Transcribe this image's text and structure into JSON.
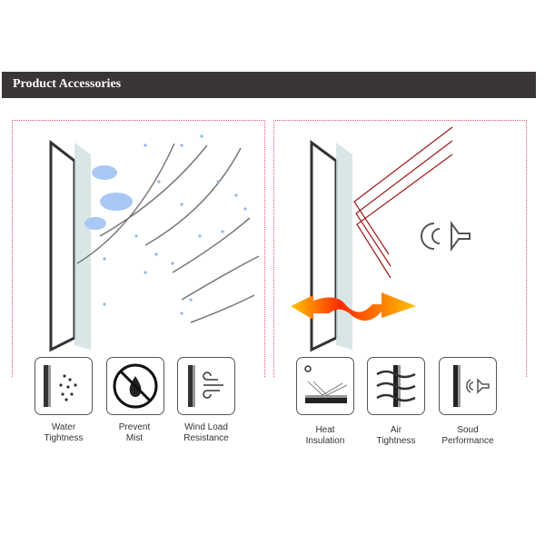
{
  "header": {
    "title": "Product Accessories"
  },
  "panels": [
    {
      "name": "water-wind",
      "features": [
        {
          "line1": "Water",
          "line2": "Tightness"
        },
        {
          "line1": "Prevent",
          "line2": "Mist"
        },
        {
          "line1": "Wind Load",
          "line2": "Resistance"
        }
      ]
    },
    {
      "name": "heat-sound",
      "features": [
        {
          "line1": "Heat",
          "line2": "Insulation"
        },
        {
          "line1": "Air",
          "line2": "Tightness"
        },
        {
          "line1": "Soud",
          "line2": "Performance"
        }
      ]
    }
  ],
  "colors": {
    "header_bg": "#3b3535",
    "border": "#e05a6a",
    "rain": "#8fb8e8",
    "ray": "#a01818",
    "heat": "#ff6a00"
  }
}
